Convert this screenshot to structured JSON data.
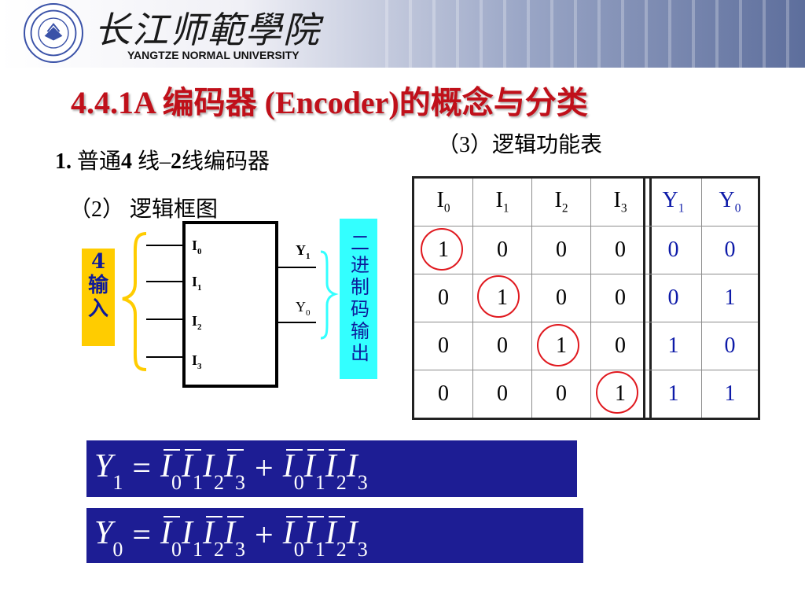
{
  "header": {
    "university_cn": "长江师範學院",
    "university_en": "YANGTZE NORMAL UNIVERSITY"
  },
  "title": "4.4.1A 编码器 (Encoder)的概念与分类",
  "section1": {
    "num": "1.",
    "text_a": "普通",
    "bold4": "4",
    "text_b": " 线–",
    "bold2": "2",
    "text_c": "线编码器"
  },
  "section2": "（2） 逻辑框图",
  "section3": "（3）逻辑功能表",
  "block_diagram": {
    "input_label": "4\n输\n入",
    "output_label": "二进制码输出",
    "inputs": [
      {
        "name": "I",
        "sub": "0"
      },
      {
        "name": "I",
        "sub": "1"
      },
      {
        "name": "I",
        "sub": "2"
      },
      {
        "name": "I",
        "sub": "3"
      }
    ],
    "outputs": [
      {
        "name": "Y",
        "sub": "1"
      },
      {
        "name": "Y",
        "sub": "0"
      }
    ]
  },
  "truth_table": {
    "input_headers": [
      {
        "name": "I",
        "sub": "0"
      },
      {
        "name": "I",
        "sub": "1"
      },
      {
        "name": "I",
        "sub": "2"
      },
      {
        "name": "I",
        "sub": "3"
      }
    ],
    "output_headers": [
      {
        "name": "Y",
        "sub": "1"
      },
      {
        "name": "Y",
        "sub": "0"
      }
    ],
    "input_rows": [
      [
        "1",
        "0",
        "0",
        "0"
      ],
      [
        "0",
        "1",
        "0",
        "0"
      ],
      [
        "0",
        "0",
        "1",
        "0"
      ],
      [
        "0",
        "0",
        "0",
        "1"
      ]
    ],
    "output_rows": [
      [
        "0",
        "0"
      ],
      [
        "0",
        "1"
      ],
      [
        "1",
        "0"
      ],
      [
        "1",
        "1"
      ]
    ]
  },
  "equations": {
    "y1": {
      "lhs": {
        "name": "Y",
        "sub": "1"
      },
      "equals": "=",
      "plus": "+",
      "term1": [
        {
          "name": "I",
          "sub": "0",
          "bar": true
        },
        {
          "name": "I",
          "sub": "1",
          "bar": true
        },
        {
          "name": "I",
          "sub": "2",
          "bar": false
        },
        {
          "name": "I",
          "sub": "3",
          "bar": true
        }
      ],
      "term2": [
        {
          "name": "I",
          "sub": "0",
          "bar": true
        },
        {
          "name": "I",
          "sub": "1",
          "bar": true
        },
        {
          "name": "I",
          "sub": "2",
          "bar": true
        },
        {
          "name": "I",
          "sub": "3",
          "bar": false
        }
      ]
    },
    "y0": {
      "lhs": {
        "name": "Y",
        "sub": "0"
      },
      "equals": "=",
      "plus": "+",
      "term1": [
        {
          "name": "I",
          "sub": "0",
          "bar": true
        },
        {
          "name": "I",
          "sub": "1",
          "bar": false
        },
        {
          "name": "I",
          "sub": "2",
          "bar": true
        },
        {
          "name": "I",
          "sub": "3",
          "bar": true
        }
      ],
      "term2": [
        {
          "name": "I",
          "sub": "0",
          "bar": true
        },
        {
          "name": "I",
          "sub": "1",
          "bar": true
        },
        {
          "name": "I",
          "sub": "2",
          "bar": true
        },
        {
          "name": "I",
          "sub": "3",
          "bar": false
        }
      ]
    }
  },
  "colors": {
    "title_red": "#c0101a",
    "equation_bg": "#1d1d94",
    "output_blue": "#0d1aa8",
    "circle_red": "#e0191f",
    "input_label_bg": "#ffcc00",
    "output_label_bg": "#33ffff"
  }
}
